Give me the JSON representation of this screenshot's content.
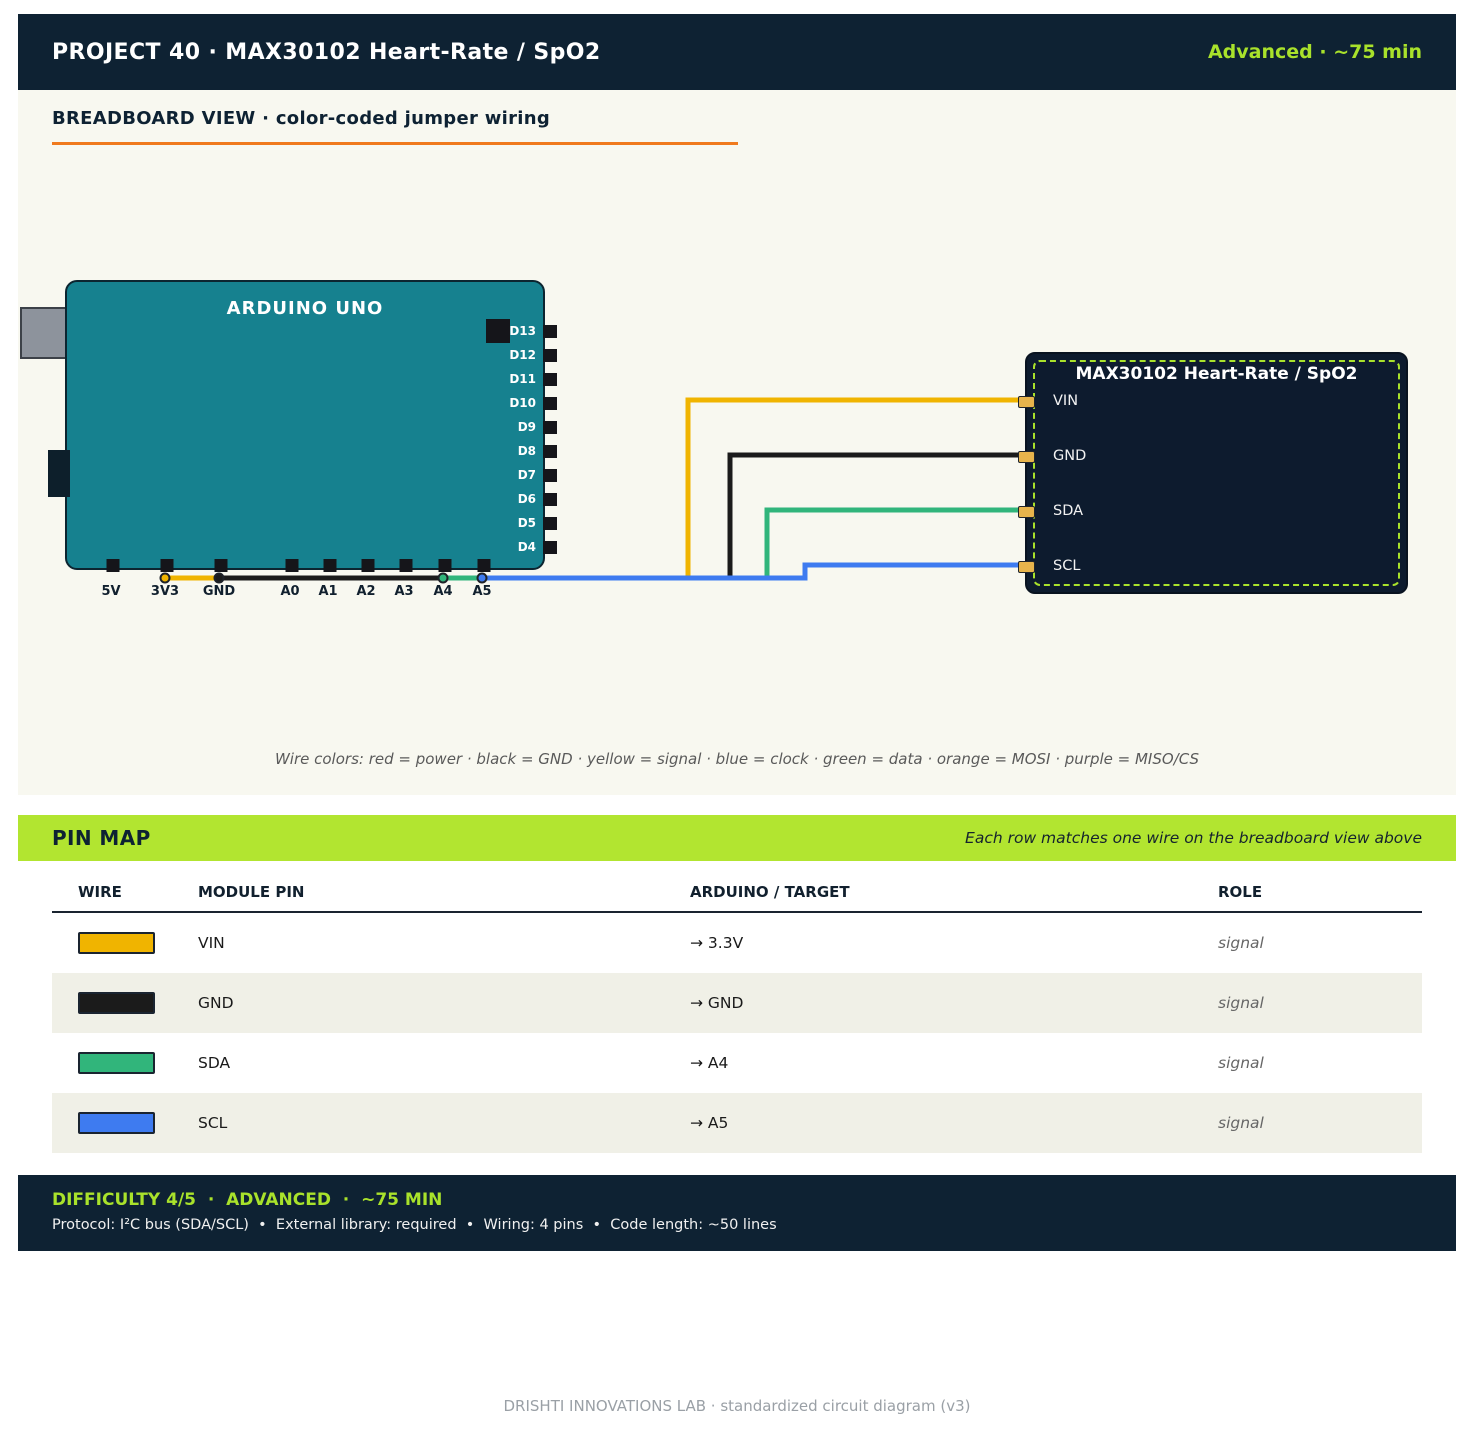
{
  "header": {
    "title": "PROJECT 40 · MAX30102 Heart-Rate / SpO2",
    "badge": "Advanced · ~75 min"
  },
  "breadboard": {
    "section_title": "BREADBOARD VIEW · color-coded jumper wiring",
    "arduino": {
      "label": "ARDUINO UNO",
      "digital_pins": [
        "D13",
        "D12",
        "D11",
        "D10",
        "D9",
        "D8",
        "D7",
        "D6",
        "D5",
        "D4"
      ],
      "bottom_pins": [
        "5V",
        "3V3",
        "GND",
        "A0",
        "A1",
        "A2",
        "A3",
        "A4",
        "A5"
      ]
    },
    "module": {
      "label": "MAX30102 Heart-Rate / SpO2",
      "pins": [
        "VIN",
        "GND",
        "SDA",
        "SCL"
      ]
    },
    "wire_colors": {
      "yellow": "#f0b400",
      "black": "#1b1b1b",
      "green": "#31b57b",
      "blue": "#3e7bf0"
    },
    "legend": "Wire colors: red = power · black = GND · yellow = signal · blue = clock · green = data · orange = MOSI · purple = MISO/CS"
  },
  "pin_map": {
    "title": "PIN MAP",
    "subtitle": "Each row matches one wire on the breadboard view above",
    "columns": [
      "WIRE",
      "MODULE PIN",
      "ARDUINO / TARGET",
      "ROLE"
    ],
    "rows": [
      {
        "color": "#f0b400",
        "module_pin": "VIN",
        "target": "→ 3.3V",
        "role": "signal"
      },
      {
        "color": "#1b1b1b",
        "module_pin": "GND",
        "target": "→ GND",
        "role": "signal"
      },
      {
        "color": "#31b57b",
        "module_pin": "SDA",
        "target": "→ A4",
        "role": "signal"
      },
      {
        "color": "#3e7bf0",
        "module_pin": "SCL",
        "target": "→ A5",
        "role": "signal"
      }
    ]
  },
  "difficulty": {
    "title": "DIFFICULTY 4/5  ·  ADVANCED  ·  ~75 MIN",
    "details": "Protocol: I²C bus (SDA/SCL)  •  External library: required  •  Wiring: 4 pins  •  Code length: ~50 lines"
  },
  "footer": "DRISHTI INNOVATIONS LAB · standardized circuit diagram (v3)",
  "colors": {
    "accent": "#a9e22b",
    "navy": "#0e2233",
    "board_teal": "#16818f",
    "rule_orange": "#f07a1e",
    "module_pad": "#e7b44c"
  }
}
